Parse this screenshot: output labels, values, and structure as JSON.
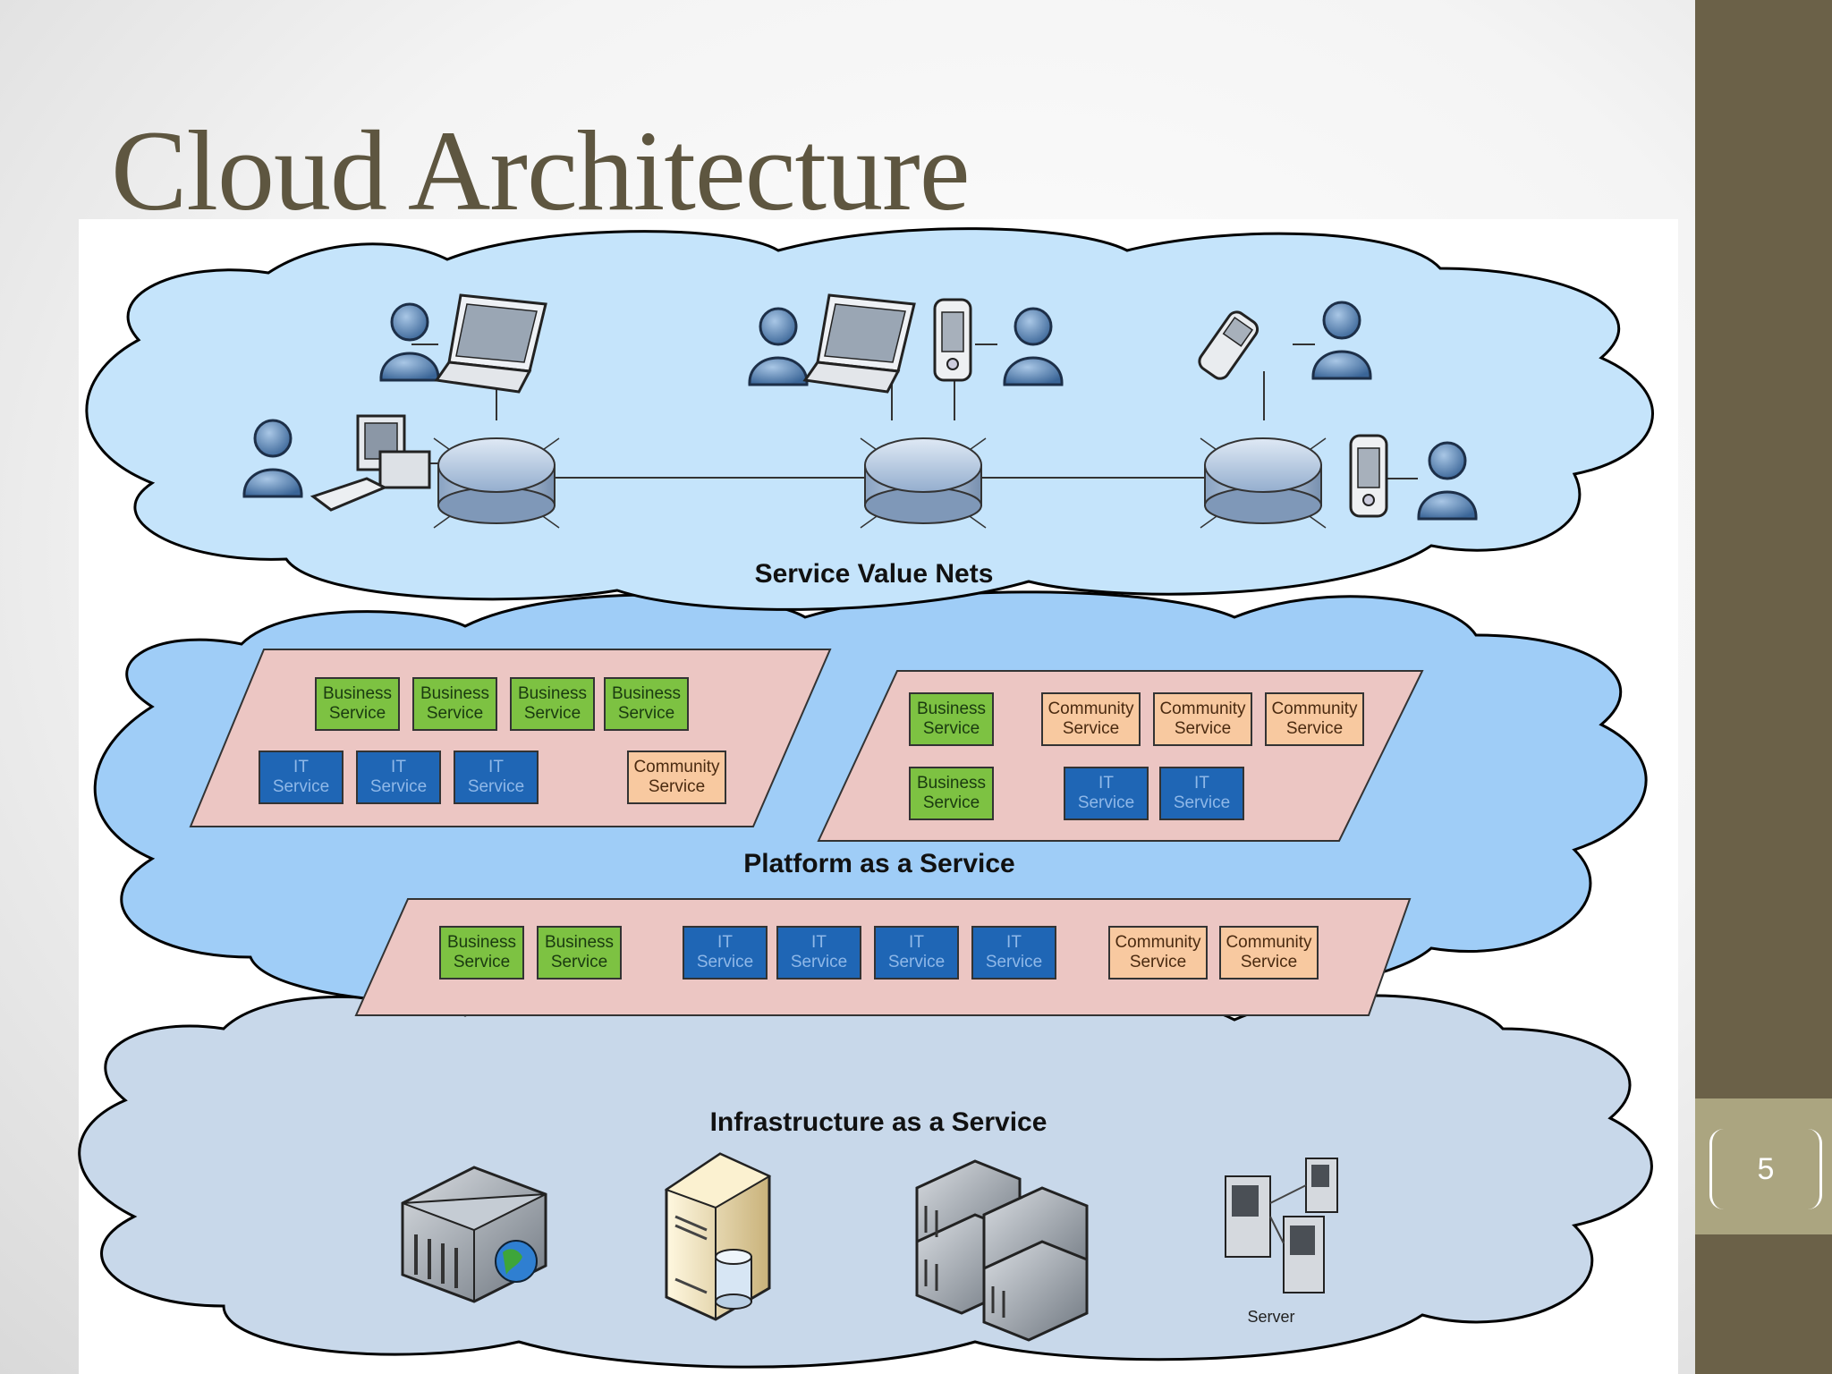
{
  "slide": {
    "title": "Cloud Architecture",
    "page_number": "5"
  },
  "layers": {
    "service_value_nets": "Service Value Nets",
    "platform": "Platform as a Service",
    "infrastructure": "Infrastructure as a Service"
  },
  "service_types": {
    "business": {
      "line1": "Business",
      "line2": "Service",
      "fill": "#7dc242",
      "text": "#1a3a10"
    },
    "it": {
      "line1": "IT",
      "line2": "Service",
      "fill": "#1f66b5",
      "text": "#8fb8e8"
    },
    "community": {
      "line1": "Community",
      "line2": "Service",
      "fill": "#f8c9a0",
      "text": "#4a2a10"
    }
  },
  "platform_groups": [
    {
      "rows": [
        [
          "business",
          "business",
          "business",
          "business"
        ],
        [
          "it",
          "it",
          "it",
          "community"
        ]
      ]
    },
    {
      "rows": [
        [
          "business",
          "community",
          "community",
          "community"
        ],
        [
          "business",
          "it",
          "it"
        ]
      ]
    },
    {
      "rows": [
        [
          "business",
          "business",
          "it",
          "it",
          "it",
          "it",
          "community",
          "community"
        ]
      ]
    }
  ],
  "infrastructure_items": [
    "web-server-icon",
    "database-server-icon",
    "server-rack-icon",
    "server-group-icon"
  ],
  "infrastructure_caption": "Server",
  "colors": {
    "cloud_top": "#c5e4fb",
    "cloud_middle": "#9fcdf7",
    "cloud_bottom": "#c8d8ea",
    "platform_band": "#ecc6c3",
    "sidebar": "#6b6148",
    "title": "#5e5640"
  }
}
